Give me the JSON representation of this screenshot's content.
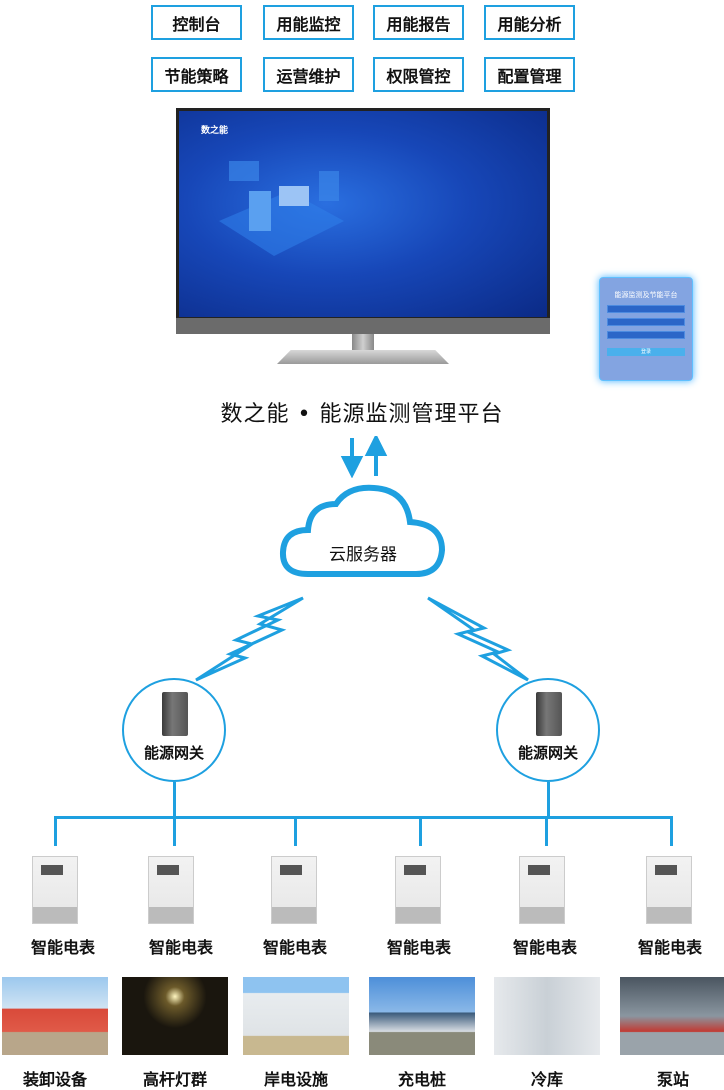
{
  "menu": {
    "row1": [
      "控制台",
      "用能监控",
      "用能报告",
      "用能分析"
    ],
    "row2": [
      "节能策略",
      "运营维护",
      "权限管控",
      "配置管理"
    ]
  },
  "screen": {
    "logo": "数之能",
    "login_title": "能源监测及节能平台",
    "login_button": "登录"
  },
  "platform_title": "数之能 • 能源监测管理平台",
  "cloud_label": "云服务器",
  "gateways": [
    "能源网关",
    "能源网关"
  ],
  "meters": [
    "智能电表",
    "智能电表",
    "智能电表",
    "智能电表",
    "智能电表",
    "智能电表"
  ],
  "sites": [
    "装卸设备",
    "高杆灯群",
    "岸电设施",
    "充电桩",
    "冷库",
    "泵站"
  ],
  "colors": {
    "accent": "#1ea0e0"
  }
}
